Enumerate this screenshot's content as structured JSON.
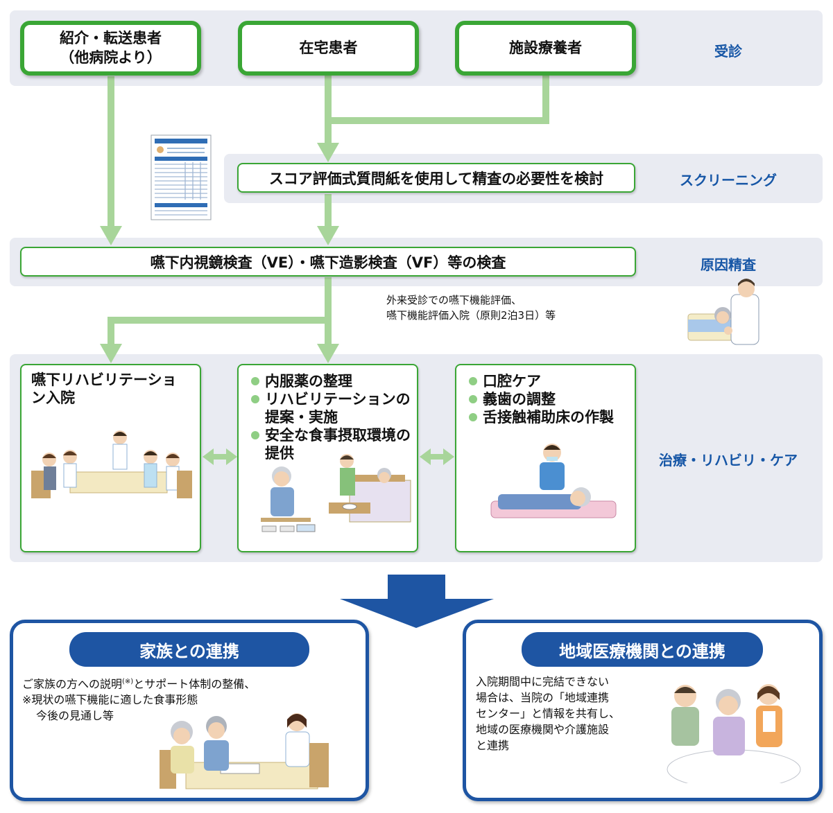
{
  "stages": {
    "visit": "受診",
    "screening": "スクリーニング",
    "cause": "原因精査",
    "treatment": "治療・リハビリ・ケア"
  },
  "sources": {
    "referral_line1": "紹介・転送患者",
    "referral_line2": "（他病院より）",
    "home": "在宅患者",
    "facility": "施設療養者"
  },
  "screening_box": "スコア評価式質問紙を使用して精査の必要性を検討",
  "exam_box": "嚥下内視鏡検査（VE）・嚥下造影検査（VF）等の検査",
  "exam_note": {
    "line1": "外来受診での嚥下機能評価、",
    "line2": "嚥下機能評価入院（原則2泊3日）等"
  },
  "treatment_cards": {
    "rehab_admission": "嚥下リハビリテーション入院",
    "medical": [
      "内服薬の整理",
      "リハビリテーションの提案・実施",
      "安全な食事摂取環境の提供"
    ],
    "oral": [
      "口腔ケア",
      "義歯の調整",
      "舌接触補助床の作製"
    ]
  },
  "family": {
    "title": "家族との連携",
    "text_line1_a": "ご家族の方への説明",
    "text_line1_mark": "(※)",
    "text_line1_b": "とサポート体制の整備、",
    "text_line2": "※現状の嚥下機能に適した食事形態",
    "text_line3": "今後の見通し等"
  },
  "regional": {
    "title": "地域医療機関との連携",
    "lines": [
      "入院期間中に完結できない",
      "場合は、当院の「地域連携",
      "センター」と情報を共有し、",
      "地域の医療機関や介護施設",
      "と連携"
    ]
  },
  "colors": {
    "green_border": "#3aa635",
    "arrow_green": "#a8d59a",
    "band_bg": "#e9ebf2",
    "stage_blue": "#1656a6",
    "navy": "#1e55a3"
  }
}
